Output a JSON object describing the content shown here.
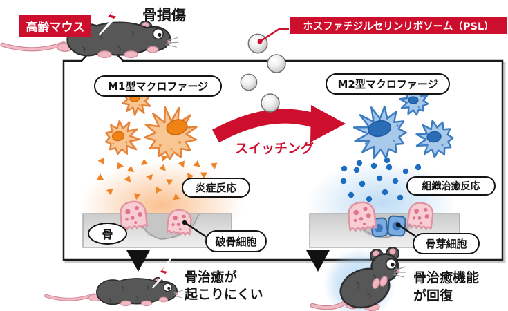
{
  "colors": {
    "accent_red": "#ce0e2d",
    "m1_orange": "#f7c693",
    "m1_orange_border": "#e5833b",
    "m2_blue": "#a9c9ea",
    "m2_blue_border": "#3c7cc0",
    "bone_grey": "#d6d6d6",
    "osteoclast_pink": "#f8ccd3"
  },
  "top": {
    "aged_mouse_badge": "高齢マウス",
    "bone_injury_label": "骨損傷",
    "psl_label": "ホスファチジルセリンリポソーム（PSL）"
  },
  "panel_left": {
    "macrophage_label": "M1型マクロファージ",
    "inflammation_label": "炎症反応",
    "bone_label": "骨",
    "osteoclast_label": "破骨細胞"
  },
  "center": {
    "switching_label": "スイッチング"
  },
  "panel_right": {
    "macrophage_label": "M2型マクロファージ",
    "healing_label": "組織治癒反応",
    "osteoblast_label": "骨芽細胞"
  },
  "outcomes": {
    "left_line1": "骨治癒が",
    "left_line2": "起こりにくい",
    "right_line1": "骨治癒機能",
    "right_line2": "が回復"
  }
}
